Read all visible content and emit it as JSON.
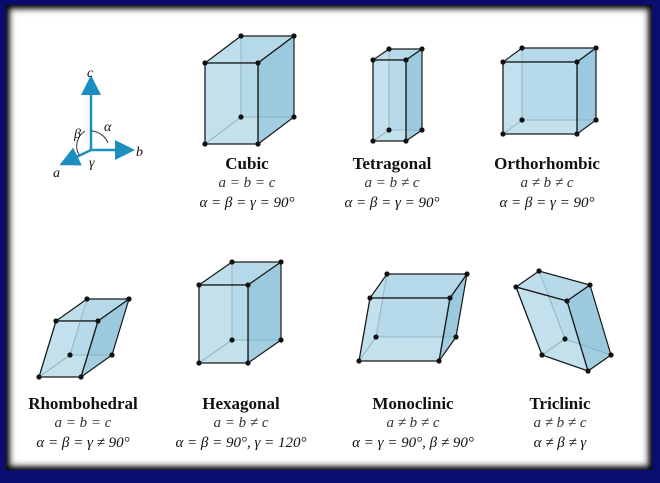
{
  "colors": {
    "background": "#0a0d6e",
    "panel": "#ffffff",
    "face_fill": "#a9d3e6",
    "face_fill_dark": "#8cc2da",
    "edge": "#1a1a1a",
    "axis": "#1b8fc0"
  },
  "axes_legend": {
    "a": "a",
    "b": "b",
    "c": "c",
    "alpha": "α",
    "beta": "β",
    "gamma": "γ"
  },
  "systems": [
    {
      "name": "Cubic",
      "relation": "a = b = c",
      "angles": "α = β = γ = 90°"
    },
    {
      "name": "Tetragonal",
      "relation": "a = b ≠ c",
      "angles": "α = β = γ = 90°"
    },
    {
      "name": "Orthorhombic",
      "relation": "a ≠ b ≠ c",
      "angles": "α = β = γ = 90°"
    },
    {
      "name": "Rhombohedral",
      "relation": "a = b = c",
      "angles": "α = β = γ ≠ 90°"
    },
    {
      "name": "Hexagonal",
      "relation": "a = b ≠ c",
      "angles": "α = β = 90°, γ = 120°"
    },
    {
      "name": "Monoclinic",
      "relation": "a ≠ b ≠ c",
      "angles": "α = γ = 90°, β ≠ 90°"
    },
    {
      "name": "Triclinic",
      "relation": "a ≠ b ≠ c",
      "angles": "α ≠ β ≠ γ"
    }
  ]
}
